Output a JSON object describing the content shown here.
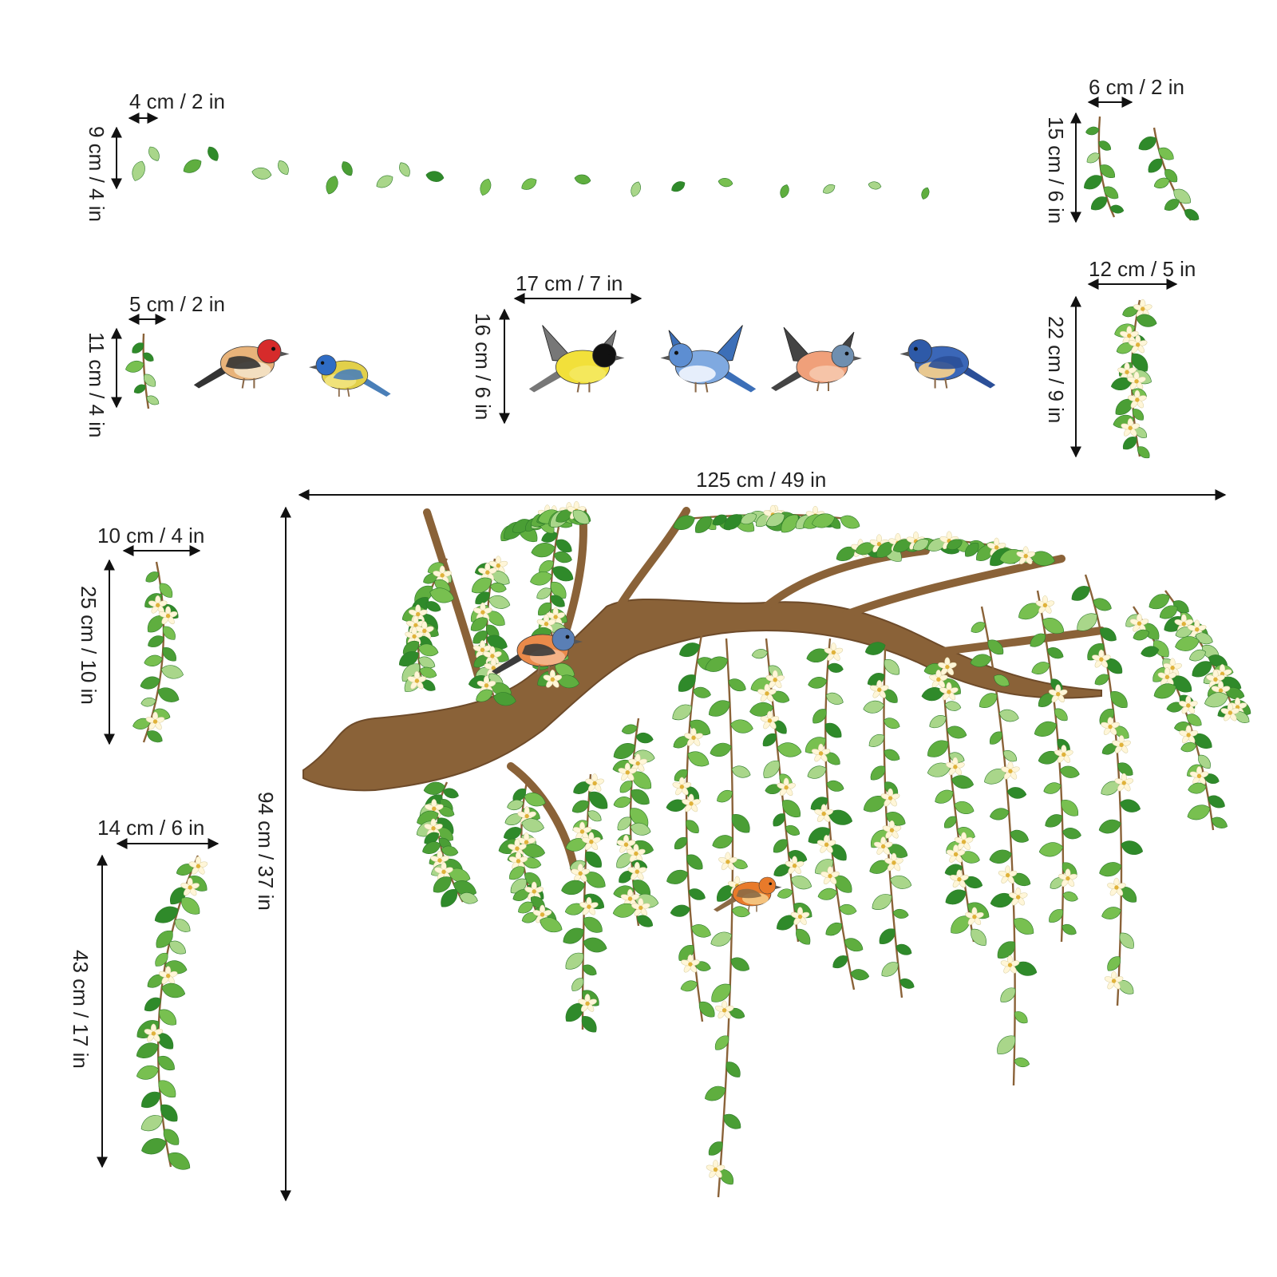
{
  "colors": {
    "leaf": "#5fae3f",
    "leaf_dark": "#2f8a2a",
    "leaf_light": "#a9d68a",
    "branch": "#8a6238",
    "branch_dark": "#6e4b2a",
    "flower": "#fff6d8",
    "text": "#222222"
  },
  "dimensions": {
    "leaves_row_w": "4 cm / 2 in",
    "leaves_row_h": "9 cm / 4 in",
    "sprigs_w": "6 cm / 2 in",
    "sprigs_h": "15 cm / 6 in",
    "small_birds_w": "5 cm / 2 in",
    "small_birds_h": "11 cm / 4 in",
    "big_birds_w": "17 cm / 7 in",
    "big_birds_h": "16 cm / 6 in",
    "vine_small_w": "12 cm / 5 in",
    "vine_small_h": "22 cm / 9 in",
    "tree_w": "125 cm / 49 in",
    "tree_h": "94 cm / 37 in",
    "vine_medium_w": "10 cm / 4 in",
    "vine_medium_h": "25 cm / 10 in",
    "vine_large_w": "14 cm / 6 in",
    "vine_large_h": "43 cm / 17 in"
  },
  "birds": [
    {
      "name": "goldfinch",
      "body": "#e8b37a",
      "head": "#d62b2b",
      "wing": "#333333",
      "belly": "#f3dfc0"
    },
    {
      "name": "blue-tit",
      "body": "#e2d04a",
      "head": "#2f6cc4",
      "wing": "#4a7fb8",
      "belly": "#f0e27a"
    },
    {
      "name": "great-tit",
      "body": "#f2e03a",
      "head": "#111111",
      "wing": "#777777",
      "belly": "#f4e85c"
    },
    {
      "name": "blue-jay",
      "body": "#7fa9e0",
      "head": "#5d8ed2",
      "wing": "#3c6fb8",
      "belly": "#e6eefb"
    },
    {
      "name": "chaffinch-flying",
      "body": "#f0a07a",
      "head": "#6f8fb0",
      "wing": "#444444",
      "belly": "#f6c4a8"
    },
    {
      "name": "bluebird",
      "body": "#3b67b8",
      "head": "#2e5aa8",
      "wing": "#2b4f98",
      "belly": "#e8c890"
    },
    {
      "name": "chaffinch-perched",
      "body": "#e98a4a",
      "head": "#5a7fb5",
      "wing": "#3b3b3b",
      "belly": "#f3b287"
    },
    {
      "name": "robin",
      "body": "#e87a2a",
      "head": "#e87a2a",
      "wing": "#8c6a45",
      "belly": "#f4c27d"
    }
  ]
}
